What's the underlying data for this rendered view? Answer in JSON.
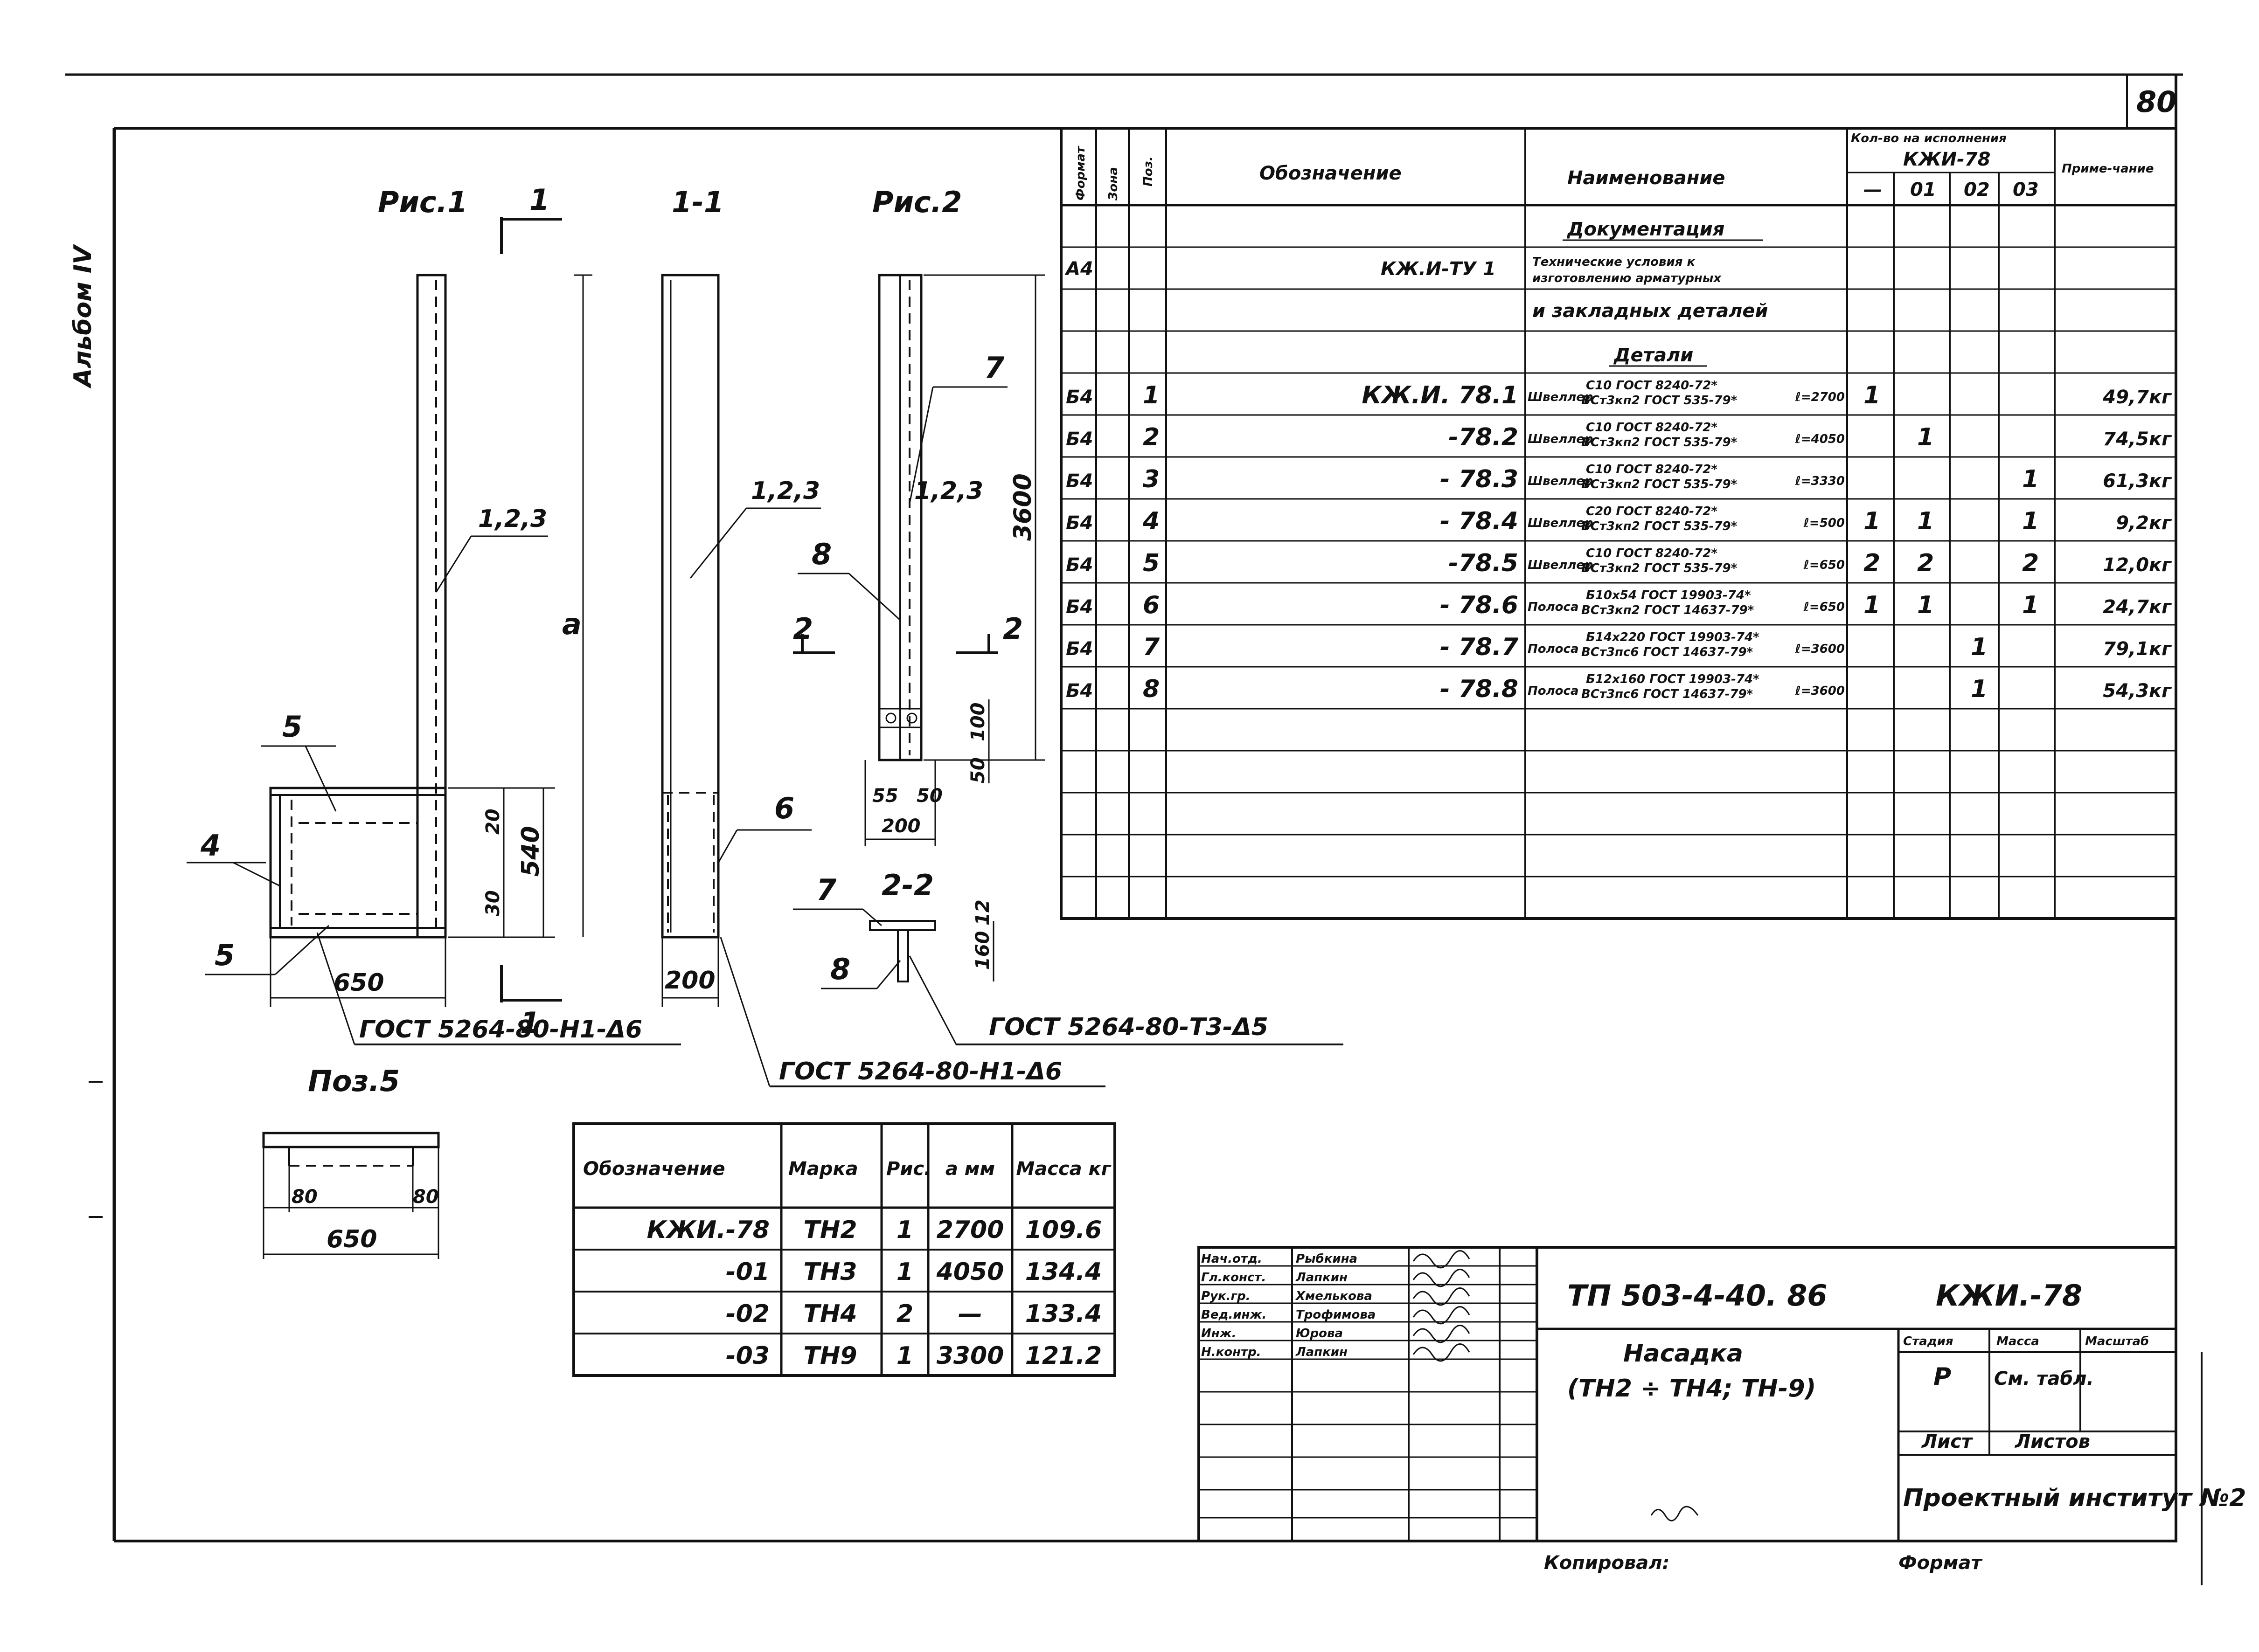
{
  "sheet": {
    "number": "80",
    "album": "Альбом IV",
    "copied_by": "Копировал:",
    "format_label": "Формат"
  },
  "drawing": {
    "fig1": {
      "title": "Рис.1",
      "section_mark": "1",
      "pos_main": "1,2,3",
      "dim_a": "a",
      "pos_left": "4",
      "pos_top": "5",
      "pos_bottom": "5",
      "dim_650": "650",
      "dim_20": "20",
      "dim_540": "540",
      "dim_30": "30",
      "weld_note": "ГОСТ 5264-80-Н1-Δ6"
    },
    "sec11": {
      "title": "1-1",
      "pos_main": "1,2,3",
      "pos_plate": "6",
      "dim_200": "200",
      "weld_note": "ГОСТ 5264-80-Н1-Δ6"
    },
    "fig2": {
      "title": "Рис.2",
      "pos_7": "7",
      "pos_8": "8",
      "pos_main": "1,2,3",
      "dim_3600": "3600",
      "dim_100": "100",
      "dim_50": "50",
      "dim_55": "55",
      "dim_50b": "50",
      "dim_200": "200",
      "cut_2": "2"
    },
    "sec22": {
      "title": "2-2",
      "pos_7": "7",
      "pos_8": "8",
      "dim_12": "12",
      "dim_160": "160",
      "weld_note": "ГОСТ 5264-80-Т3-Δ5"
    },
    "pos5": {
      "title": "Поз.5",
      "dim_80a": "80",
      "dim_80b": "80",
      "dim_650": "650"
    }
  },
  "spec": {
    "headers": {
      "format": "Формат",
      "zone": "Зона",
      "pos": "Поз.",
      "designation": "Обозначение",
      "name": "Наименование",
      "qty": "Кол-во на исполнения",
      "qty_doc": "КЖИ-78",
      "qty_cols": [
        "—",
        "01",
        "02",
        "03"
      ],
      "note": "Приме-чание"
    },
    "section_docs": "Документация",
    "doc_row": {
      "format": "А4",
      "designation": "КЖ.И-ТУ 1",
      "name1": "Технические условия к",
      "name2": "изготовлению арматурных",
      "name3": "и закладных деталей"
    },
    "section_parts": "Детали",
    "rows": [
      {
        "format": "Б4",
        "pos": "1",
        "designation": "КЖ.И. 78.1",
        "name": "Швеллер",
        "top": "С10 ГОСТ 8240-72*",
        "bottom": "ВСт3кп2 ГОСТ 535-79*",
        "len": "ℓ=2700",
        "q0": "1",
        "q1": "",
        "q2": "",
        "q3": "",
        "note": "49,7кг"
      },
      {
        "format": "Б4",
        "pos": "2",
        "designation": "-78.2",
        "name": "Швеллер",
        "top": "С10 ГОСТ 8240-72*",
        "bottom": "ВСт3кп2 ГОСТ 535-79*",
        "len": "ℓ=4050",
        "q0": "",
        "q1": "1",
        "q2": "",
        "q3": "",
        "note": "74,5кг"
      },
      {
        "format": "Б4",
        "pos": "3",
        "designation": "- 78.3",
        "name": "Швеллер",
        "top": "С10 ГОСТ 8240-72*",
        "bottom": "ВСт3кп2 ГОСТ 535-79*",
        "len": "ℓ=3330",
        "q0": "",
        "q1": "",
        "q2": "",
        "q3": "1",
        "note": "61,3кг"
      },
      {
        "format": "Б4",
        "pos": "4",
        "designation": "- 78.4",
        "name": "Швеллер",
        "top": "С20 ГОСТ 8240-72*",
        "bottom": "ВСт3кп2 ГОСТ 535-79*",
        "len": "ℓ=500",
        "q0": "1",
        "q1": "1",
        "q2": "",
        "q3": "1",
        "note": "9,2кг"
      },
      {
        "format": "Б4",
        "pos": "5",
        "designation": "-78.5",
        "name": "Швеллер",
        "top": "С10 ГОСТ 8240-72*",
        "bottom": "ВСт3кп2 ГОСТ 535-79*",
        "len": "ℓ=650",
        "q0": "2",
        "q1": "2",
        "q2": "",
        "q3": "2",
        "note": "12,0кг"
      },
      {
        "format": "Б4",
        "pos": "6",
        "designation": "- 78.6",
        "name": "Полоса",
        "top": "Б10х54 ГОСТ 19903-74*",
        "bottom": "ВСт3кп2 ГОСТ 14637-79*",
        "len": "ℓ=650",
        "q0": "1",
        "q1": "1",
        "q2": "",
        "q3": "1",
        "note": "24,7кг"
      },
      {
        "format": "Б4",
        "pos": "7",
        "designation": "- 78.7",
        "name": "Полоса",
        "top": "Б14х220 ГОСТ 19903-74*",
        "bottom": "ВСт3пс6 ГОСТ 14637-79*",
        "len": "ℓ=3600",
        "q0": "",
        "q1": "",
        "q2": "1",
        "q3": "",
        "note": "79,1кг"
      },
      {
        "format": "Б4",
        "pos": "8",
        "designation": "- 78.8",
        "name": "Полоса",
        "top": "Б12х160 ГОСТ 19903-74*",
        "bottom": "ВСт3пс6 ГОСТ 14637-79*",
        "len": "ℓ=3600",
        "q0": "",
        "q1": "",
        "q2": "1",
        "q3": "",
        "note": "54,3кг"
      }
    ]
  },
  "marks_table": {
    "headers": [
      "Обозначение",
      "Марка",
      "Рис.",
      "a мм",
      "Масса кг"
    ],
    "rows": [
      [
        "КЖИ.-78",
        "ТН2",
        "1",
        "2700",
        "109.6"
      ],
      [
        "-01",
        "ТН3",
        "1",
        "4050",
        "134.4"
      ],
      [
        "-02",
        "ТН4",
        "2",
        "—",
        "133.4"
      ],
      [
        "-03",
        "ТН9",
        "1",
        "3300",
        "121.2"
      ]
    ]
  },
  "title_block": {
    "roles": [
      "Нач.отд.",
      "Гл.конст.",
      "Рук.гр.",
      "Вед.инж.",
      "Инж.",
      "Н.контр."
    ],
    "names": [
      "Рыбкина",
      "Лапкин",
      "Хмелькова",
      "Трофимова",
      "Юрова",
      "Лапкин"
    ],
    "doc_code": "ТП 503-4-40. 86",
    "doc_mark": "КЖИ.-78",
    "title1": "Насадка",
    "title2": "(ТН2 ÷ ТН4;   ТН-9)",
    "stage_h": "Стадия",
    "mass_h": "Масса",
    "scale_h": "Масштаб",
    "stage": "Р",
    "mass": "См. табл.",
    "sheet_h": "Лист",
    "sheets_h": "Листов",
    "org": "Проектный институт №2"
  }
}
